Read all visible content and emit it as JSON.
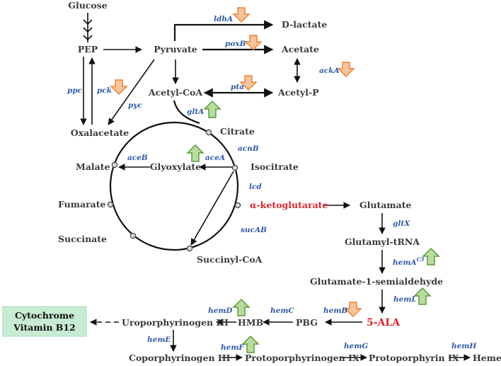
{
  "metabolites": {
    "glucose": "Glucose",
    "pep": "PEP",
    "pyruvate": "Pyruvate",
    "d_lactate": "D-lactate",
    "acetate": "Acetate",
    "acetyl_p": "Acetyl-P",
    "acetyl_coa": "Acetyl-CoA",
    "oxalacetate": "Oxalacetate",
    "citrate": "Citrate",
    "isocitrate": "Isocitrate",
    "glyoxylate": "Glyoxylate",
    "malate": "Malate",
    "fumarate": "Fumarate",
    "succinate": "Succinate",
    "succinyl_coa": "Succinyl-CoA",
    "alpha_kg": "α-ketoglutarate",
    "glutamate": "Glutamate",
    "glutamyl_trna": "Glutamyl-tRNA",
    "gsa": "Glutamate-1-semialdehyde",
    "ala": "5-ALA",
    "pbg": "PBG",
    "hmb": "HMB",
    "uro3": "Uroporphyrinogen III",
    "copro3": "Coporphyrinogen III",
    "proto_gen9": "Protoporphyrinogen IX",
    "proto9": "Protoporphyrin IX",
    "heme": "Heme"
  },
  "genes": {
    "ldhA": "ldhA",
    "poxB": "poxB",
    "ackA": "ackA",
    "pta": "pta",
    "ppc": "ppc",
    "pck": "pck",
    "pyc": "pyc",
    "gltA": "gltA",
    "acnB": "acnB",
    "aceA": "aceA",
    "aceB": "aceB",
    "lcd": "lcd",
    "sucAB": "sucAB",
    "gltX": "gltX",
    "hemA": "hemA",
    "hemA_sup": "C5",
    "hemL": "hemL",
    "hemB": "hemB",
    "hemC": "hemC",
    "hemD": "hemD",
    "hemE": "hemE",
    "hemF": "hemF",
    "hemG": "hemG",
    "hemH": "hemH"
  },
  "side_products": {
    "line1": "Cytochrome",
    "line2": "Vitamin B12"
  },
  "regulation": {
    "down": [
      "ldhA",
      "poxB",
      "ackA",
      "pck",
      "pta",
      "hemB"
    ],
    "up": [
      "gltA",
      "aceA",
      "hemA",
      "hemL",
      "hemD",
      "hemF"
    ]
  },
  "colors": {
    "metabolite": "#3a3a3a",
    "highlight": "#d9242a",
    "gene": "#2e5aa7",
    "down_arrow_fill": "#f8c49c",
    "up_arrow_fill": "#b8dca0",
    "side_box": "#c8ecd2"
  }
}
